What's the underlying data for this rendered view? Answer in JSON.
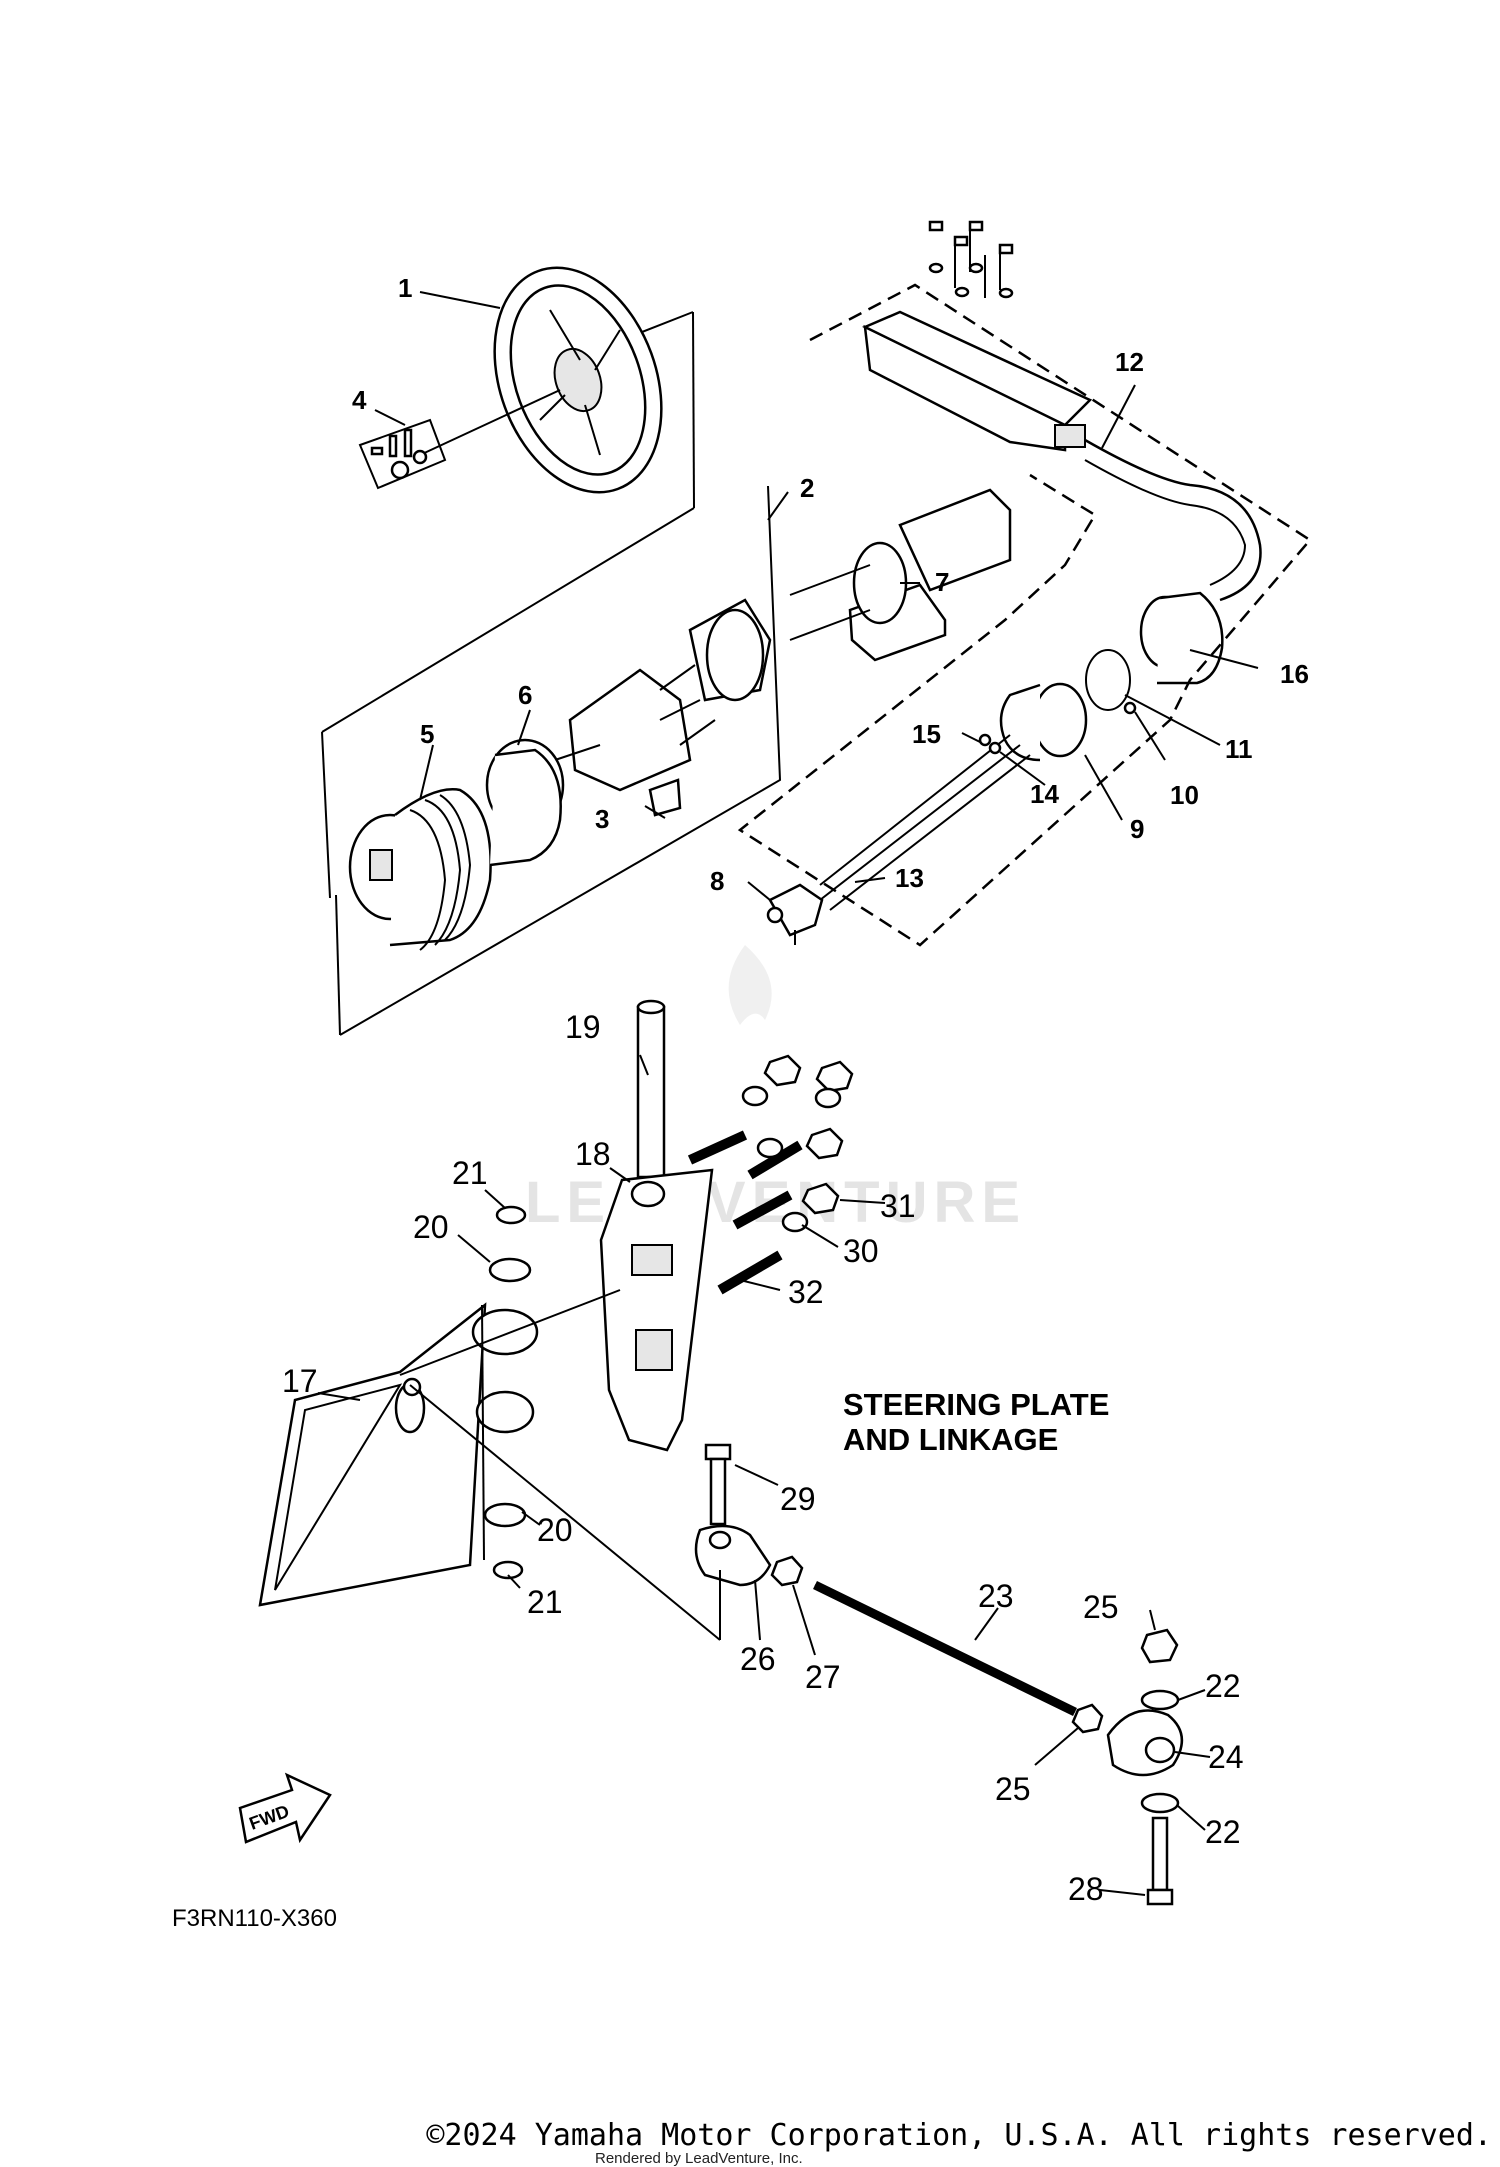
{
  "title_lines": [
    "STEERING PLATE",
    "AND LINKAGE"
  ],
  "diagram_code": "F3RN110-X360",
  "fwd_label": "FWD",
  "copyright": "©2024 Yamaha Motor Corporation, U.S.A. All rights reserved.",
  "rendered_by": "Rendered by LeadVenture, Inc.",
  "watermark": "LEADVENTURE",
  "callouts": [
    "1",
    "2",
    "3",
    "4",
    "5",
    "6",
    "7",
    "8",
    "9",
    "10",
    "11",
    "12",
    "13",
    "14",
    "15",
    "16",
    "17",
    "18",
    "19",
    "20",
    "20",
    "21",
    "21",
    "22",
    "22",
    "23",
    "24",
    "25",
    "25",
    "26",
    "27",
    "28",
    "29",
    "30",
    "31",
    "32"
  ]
}
